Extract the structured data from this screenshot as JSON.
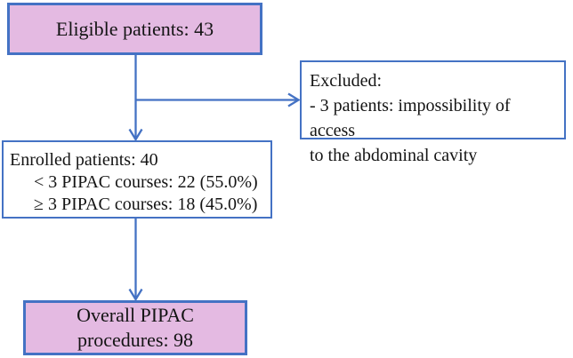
{
  "diagram": {
    "type": "patient-flow-diagram",
    "eligible_box": {
      "text": "Eligible patients: 43"
    },
    "excluded_box": {
      "lines": [
        "Excluded:",
        "- 3 patients: impossibility of access",
        "to the abdominal cavity"
      ]
    },
    "enrolled_box": {
      "lines": [
        "Enrolled patients: 40",
        "< 3 PIPAC courses: 22 (55.0%)",
        "≥ 3 PIPAC courses: 18 (45.0%)"
      ]
    },
    "overall_box": {
      "lines": [
        "Overall PIPAC",
        "procedures: 98"
      ]
    }
  },
  "colors": {
    "box_border_and_arrows": "#4472c4",
    "pink_box_fill": "#e4bae2",
    "white_box_fill": "#ffffff",
    "text": "#141414"
  }
}
